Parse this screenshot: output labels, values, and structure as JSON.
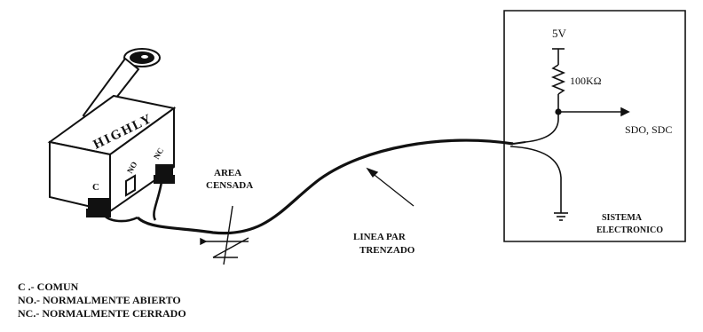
{
  "switch": {
    "brand": "HIGHLY",
    "pin_c": "C",
    "pin_no": "NO",
    "pin_nc": "NC"
  },
  "labels": {
    "supply": "5V",
    "resistor": "100KΩ",
    "output": "SDO, SDC",
    "sensed_area": [
      "AREA",
      "CENSADA"
    ],
    "line": [
      "LINEA PAR",
      "TRENZADO"
    ],
    "system": [
      "SISTEMA",
      "ELECTRONICO"
    ]
  },
  "legend": [
    "C .- COMUN",
    "NO.- NORMALMENTE ABIERTO",
    "NC.- NORMALMENTE CERRADO"
  ]
}
